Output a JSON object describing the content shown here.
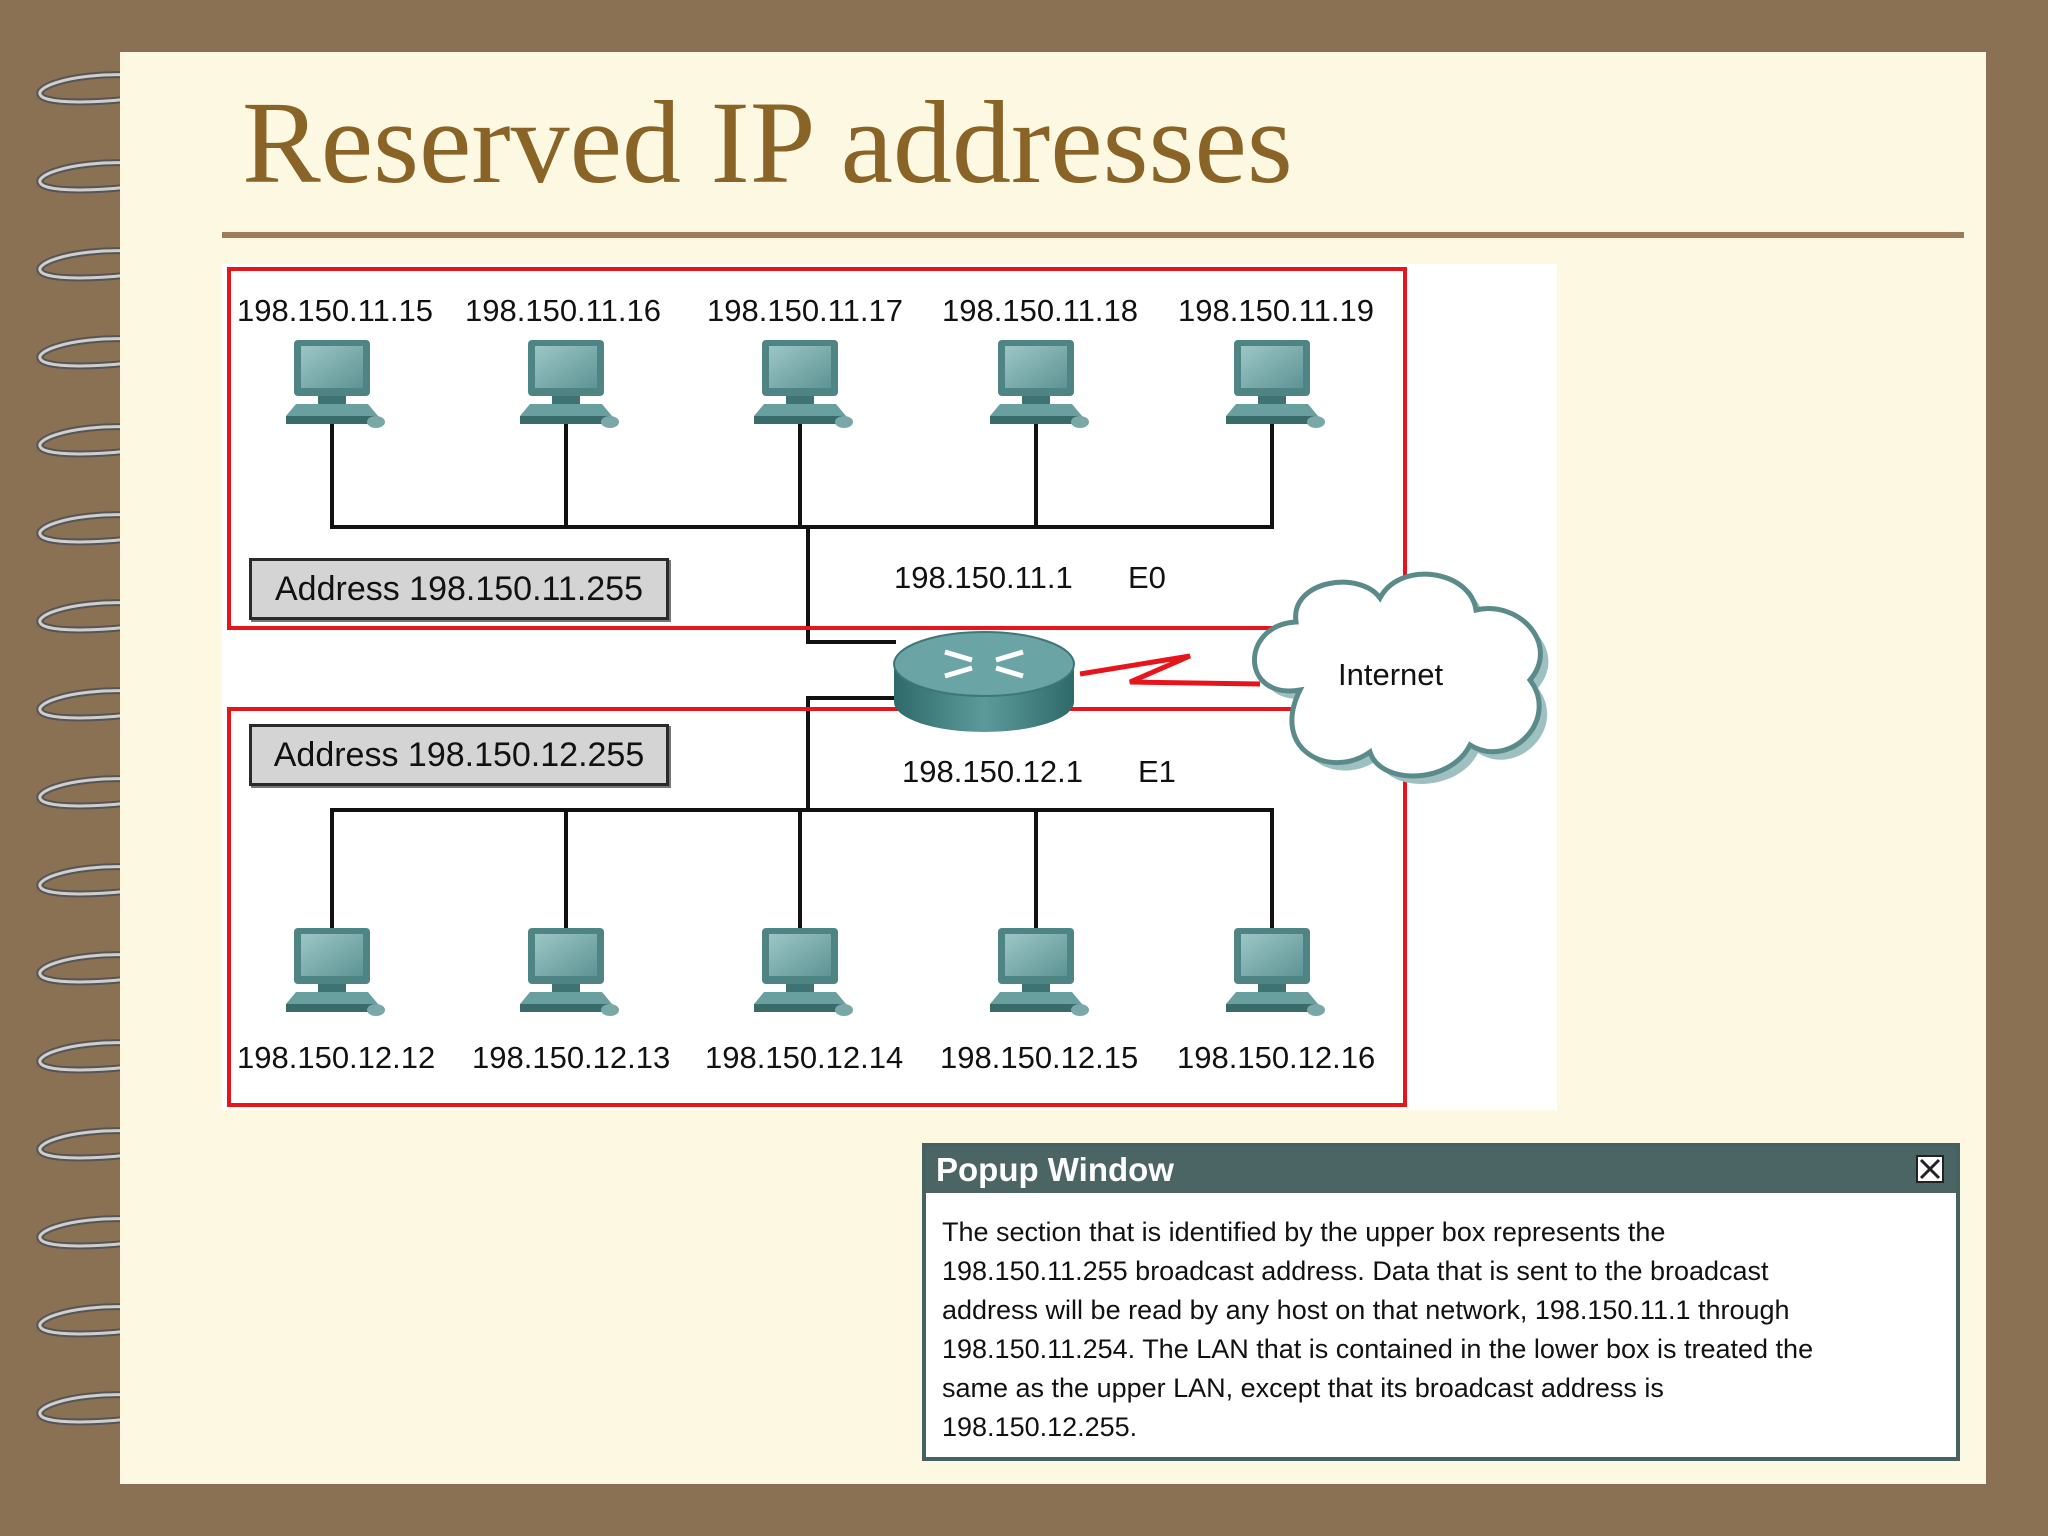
{
  "slide": {
    "title": "Reserved IP addresses"
  },
  "diagram": {
    "upper_hosts": [
      "198.150.11.15",
      "198.150.11.16",
      "198.150.11.17",
      "198.150.11.18",
      "198.150.11.19"
    ],
    "lower_hosts": [
      "198.150.12.12",
      "198.150.12.13",
      "198.150.12.14",
      "198.150.12.15",
      "198.150.12.16"
    ],
    "upper_broadcast": "Address 198.150.11.255",
    "lower_broadcast": "Address 198.150.12.255",
    "router_e0_ip": "198.150.11.1",
    "router_e0_name": "E0",
    "router_e1_ip": "198.150.12.1",
    "router_e1_name": "E1",
    "cloud_label": "Internet",
    "colors": {
      "lan_box": "#e8141c",
      "router": "#4f8c8c",
      "computer": "#7fb0b0"
    }
  },
  "popup": {
    "title": "Popup Window",
    "body": "The section that is identified by the upper box represents the\n198.150.11.255 broadcast address. Data that is sent to the broadcast\naddress will be read by any host on that network, 198.150.11.1 through\n198.150.11.254. The LAN that is contained in the lower box is treated the\nsame as the upper LAN, except that its broadcast address is\n198.150.12.255.",
    "close_icon": "close-icon"
  }
}
